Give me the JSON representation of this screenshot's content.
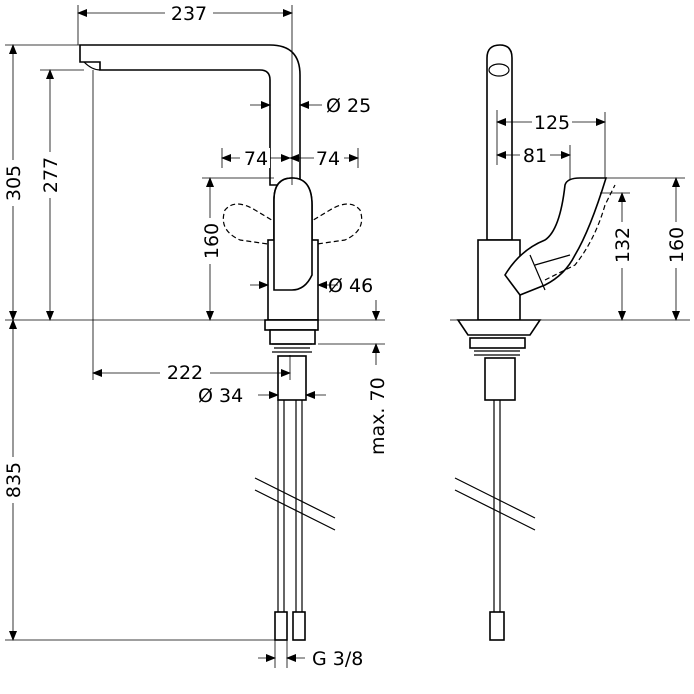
{
  "title": "Kitchen mixer tap dimension drawing",
  "front_view": {
    "spout_reach": "237",
    "spout_tube_diameter": "Ø 25",
    "lever_left": "74",
    "lever_right": "74",
    "lever_height": "160",
    "body_diameter": "Ø 46",
    "total_height": "305",
    "spout_height": "277",
    "outlet_offset": "222",
    "shank_diameter": "Ø 34",
    "max_counter_thickness": "max. 70",
    "hose_length": "835",
    "connection_thread": "G 3/8"
  },
  "side_view": {
    "depth_outer": "125",
    "depth_inner": "81",
    "lever_height_inner": "132",
    "lever_height_outer": "160"
  }
}
